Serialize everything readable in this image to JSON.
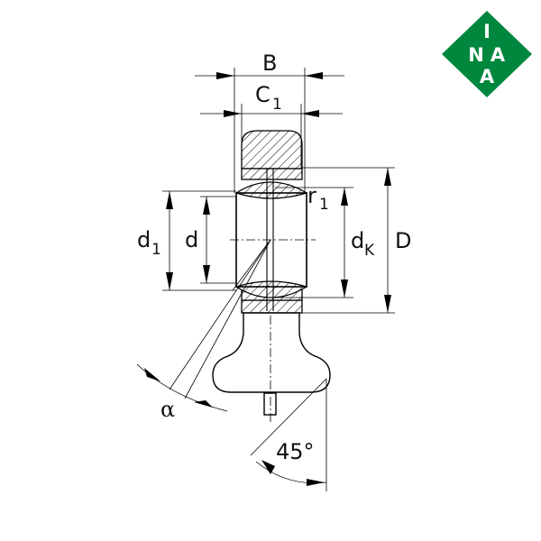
{
  "brand": {
    "logo_letters": [
      "I",
      "N",
      "A"
    ],
    "logo_color": "#00873e"
  },
  "dimensions": {
    "B": "B",
    "C": "C",
    "C_sub": "1",
    "r": "r",
    "r_sub": "1",
    "d1": "d",
    "d1_sub": "1",
    "d": "d",
    "dK": "d",
    "dK_sub": "K",
    "D": "D",
    "alpha": "α",
    "angle": "45°"
  }
}
